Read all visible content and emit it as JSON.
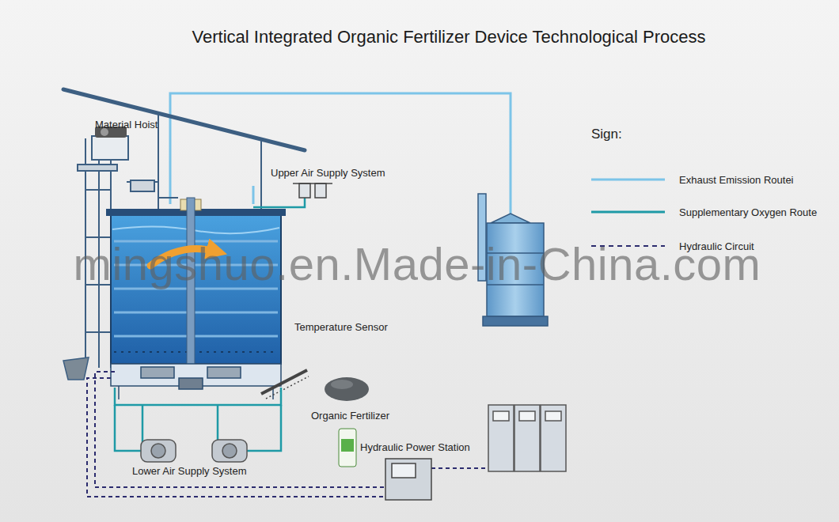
{
  "diagram": {
    "title": "Vertical Integrated Organic Fertilizer Device Technological Process",
    "labels": [
      "Material Hoist",
      "Upper Air Supply System",
      "Sign:",
      "mingshuo.en.Made-in-China.com",
      "Temperature Sensor",
      "Organic Fertilizer",
      "Hydraulic Power Station",
      "Lower Air Supply System"
    ],
    "legend": [
      {
        "text": "Exhaust Emission Routei"
      },
      {
        "text": "Supplementary Oxygen Route"
      },
      {
        "text": "Hydraulic Circuit"
      }
    ]
  }
}
